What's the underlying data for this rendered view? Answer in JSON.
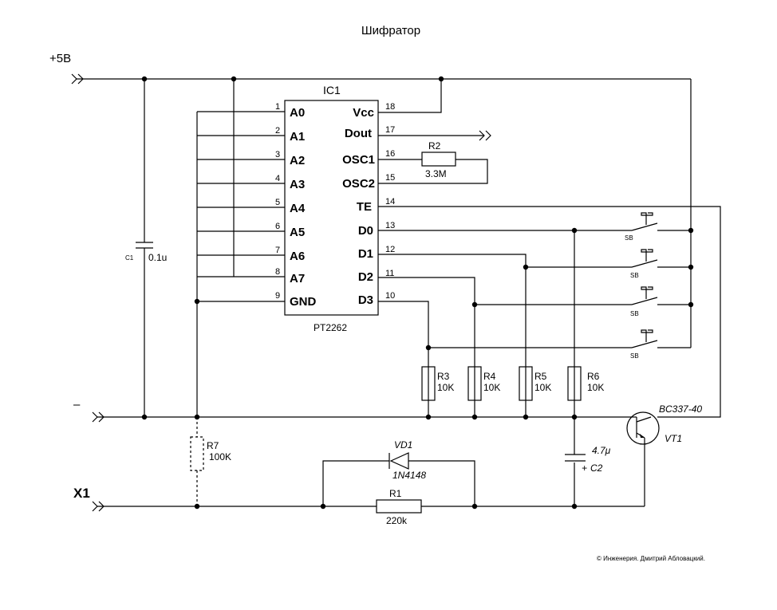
{
  "title": "Шифратор",
  "supply": {
    "plus": "+5B",
    "minus": "–",
    "input": "X1"
  },
  "ic": {
    "ref": "IC1",
    "part": "PT2262",
    "left_pins": [
      {
        "num": "1",
        "name": "A0"
      },
      {
        "num": "2",
        "name": "A1"
      },
      {
        "num": "3",
        "name": "A2"
      },
      {
        "num": "4",
        "name": "A3"
      },
      {
        "num": "5",
        "name": "A4"
      },
      {
        "num": "6",
        "name": "A5"
      },
      {
        "num": "7",
        "name": "A6"
      },
      {
        "num": "8",
        "name": "A7"
      },
      {
        "num": "9",
        "name": "GND"
      }
    ],
    "right_pins": [
      {
        "num": "18",
        "name": "Vcc"
      },
      {
        "num": "17",
        "name": "Dout"
      },
      {
        "num": "16",
        "name": "OSC1"
      },
      {
        "num": "15",
        "name": "OSC2"
      },
      {
        "num": "14",
        "name": "TE"
      },
      {
        "num": "13",
        "name": "D0"
      },
      {
        "num": "12",
        "name": "D1"
      },
      {
        "num": "11",
        "name": "D2"
      },
      {
        "num": "10",
        "name": "D3"
      }
    ]
  },
  "components": {
    "c1": {
      "ref": "C1",
      "value": "0.1u"
    },
    "r2": {
      "ref": "R2",
      "value": "3.3M"
    },
    "r3": {
      "ref": "R3",
      "value": "10K"
    },
    "r4": {
      "ref": "R4",
      "value": "10K"
    },
    "r5": {
      "ref": "R5",
      "value": "10K"
    },
    "r6": {
      "ref": "R6",
      "value": "10K"
    },
    "r7": {
      "ref": "R7",
      "value": "100K"
    },
    "r1": {
      "ref": "R1",
      "value": "220k"
    },
    "vd1": {
      "ref": "VD1",
      "value": "1N4148"
    },
    "c2": {
      "ref": "C2",
      "value": "4.7μ"
    },
    "vt1": {
      "ref": "VT1",
      "value": "BC337-40"
    },
    "sb": {
      "label": "SB"
    }
  },
  "copyright": "© Инженерия. Дмитрий Абловацкий."
}
